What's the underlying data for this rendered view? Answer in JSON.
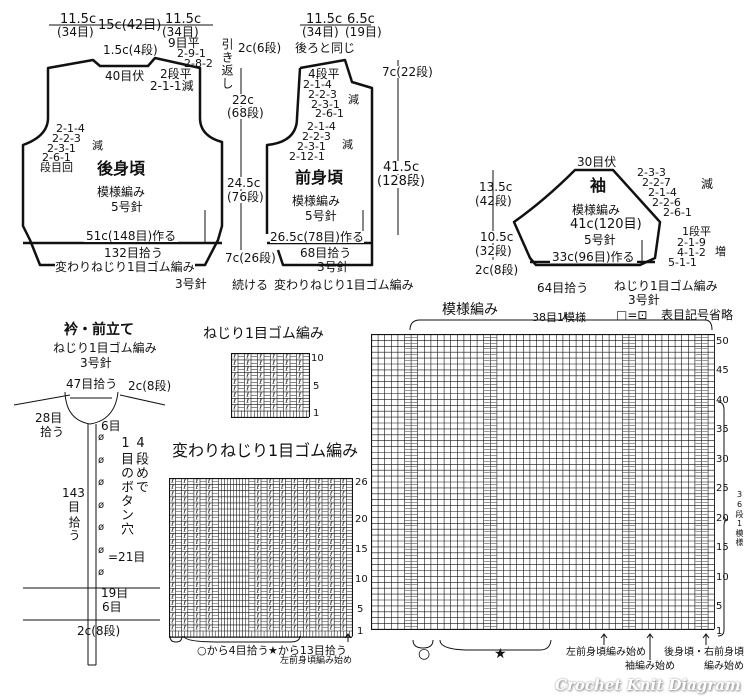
{
  "back_body": {
    "title": "後身頃",
    "pattern": "模様編み",
    "needle": "5号針",
    "top_dims": [
      {
        "cm": "11.5c",
        "sts": "(34目)"
      },
      {
        "cm": "15c(42目)"
      },
      {
        "cm": "11.5c",
        "sts": "(34目)"
      }
    ],
    "shoulder_depth": "1.5c(4段)",
    "shoulder_flat": "9目平",
    "shoulder_short_rows": [
      "2-9-1",
      "2-8-2"
    ],
    "short_row_label": "引き返し",
    "neck_bind_off": "40目伏",
    "neck_flat": "2段平",
    "neck_dec": "2-1-1減",
    "armhole_decs": [
      "2-1-4",
      "2-2-3",
      "2-3-1",
      "2-6-1"
    ],
    "armhole_dec_label": "減",
    "armhole_header": "段目回",
    "cast_on": "51c(148目)作る",
    "pickup": "132目拾う",
    "rib": "変わりねじり1目ゴム編み",
    "rib_needle": "3号針",
    "height_neck": "2c(6段)",
    "height_armhole_cm": "22c",
    "height_armhole_rows": "(68段)",
    "height_body_cm": "24.5c",
    "height_body_rows": "(76段)",
    "height_rib": "7c(26段)",
    "continue_label": "続ける"
  },
  "front_body": {
    "title": "前身頃",
    "pattern": "模様編み",
    "needle": "5号針",
    "top_dims": [
      {
        "cm": "11.5c",
        "sts": "(34目)"
      },
      {
        "cm": "6.5c",
        "sts": "(19目)"
      }
    ],
    "same_as_back": "後ろと同じ",
    "neck_flat": "4段平",
    "neck_decs": [
      "2-1-4",
      "2-2-3",
      "2-3-1",
      "2-6-1"
    ],
    "neck_dec_label": "減",
    "armhole_decs": [
      "2-1-4",
      "2-2-3",
      "2-3-1",
      "2-12-1"
    ],
    "armhole_dec_label": "減",
    "cast_on": "26.5c(78目)作る",
    "pickup": "68目拾う",
    "rib_needle": "3号針",
    "rib": "変わりねじり1目ゴム編み",
    "neck_depth": "7c(22段)",
    "total_height_cm": "41.5c",
    "total_height_rows": "(128段)"
  },
  "sleeve": {
    "title": "袖",
    "pattern": "模様編み",
    "needle": "5号針",
    "top_bind_off": "30目伏",
    "cap_decs": [
      "2-3-3",
      "2-2-7",
      "2-1-4",
      "2-2-6",
      "2-6-1"
    ],
    "cap_dec_label": "減",
    "width": "41c(120目)",
    "flat": "1段平",
    "incs": [
      "2-1-9",
      "4-1-2",
      "5-1-1"
    ],
    "inc_label": "増",
    "cast_on": "33c(96目)作る",
    "pickup": "64目拾う",
    "rib": "ねじり1目ゴム編み",
    "rib_needle": "3号針",
    "cap_height_cm": "13.5c",
    "cap_height_rows": "(42段)",
    "sleeve_height_cm": "10.5c",
    "sleeve_height_rows": "(32段)",
    "cuff_height": "2c(8段)"
  },
  "collar": {
    "title": "衿・前立て",
    "rib": "ねじり1目ゴム編み",
    "needle": "3号針",
    "neck_pickup": "47目拾う",
    "band_width": "2c(8段)",
    "side_pickup_a": "28目",
    "side_pickup_b": "拾う",
    "top_offset": "6目",
    "front_pickup_num": "143",
    "front_pickup_a": "目",
    "front_pickup_b": "拾う",
    "buttonhole_note_a": "1目のボタン穴",
    "buttonhole_note_b": "4段めで",
    "button_spacing": "=21目",
    "bottom_gap": "19目",
    "bottom_offset": "6目",
    "bottom_width": "2c(8段)"
  },
  "rib_chart": {
    "title": "ねじり1目ゴム編み",
    "row_labels": [
      "10",
      "5",
      "1"
    ]
  },
  "var_rib_chart": {
    "title": "変わりねじり1目ゴム編み",
    "row_labels": [
      "26",
      "20",
      "15",
      "10",
      "5",
      "1"
    ],
    "pickup_circle": "○から4目拾う",
    "pickup_star": "★から13目拾う",
    "start_note": "左前身頃編み始め"
  },
  "pattern_chart": {
    "title": "模様編み",
    "repeat": "38目1模様",
    "legend_symbol": "□=⊡",
    "legend_text": "表目記号省略",
    "row_labels": [
      "50",
      "45",
      "40",
      "35",
      "30",
      "25",
      "20",
      "15",
      "10",
      "5",
      "1"
    ],
    "row_repeat": "36段1模様",
    "marker_circle": "○",
    "marker_star": "★",
    "start_left_front": "左前身頃編み始め",
    "start_sleeve": "袖編み始め",
    "start_back_right_a": "後身頃・右前身頃",
    "start_back_right_b": "編み始め"
  },
  "watermark": "Crochet Knit Diagram",
  "colors": {
    "ink": "#111111",
    "paper": "#ffffff"
  }
}
